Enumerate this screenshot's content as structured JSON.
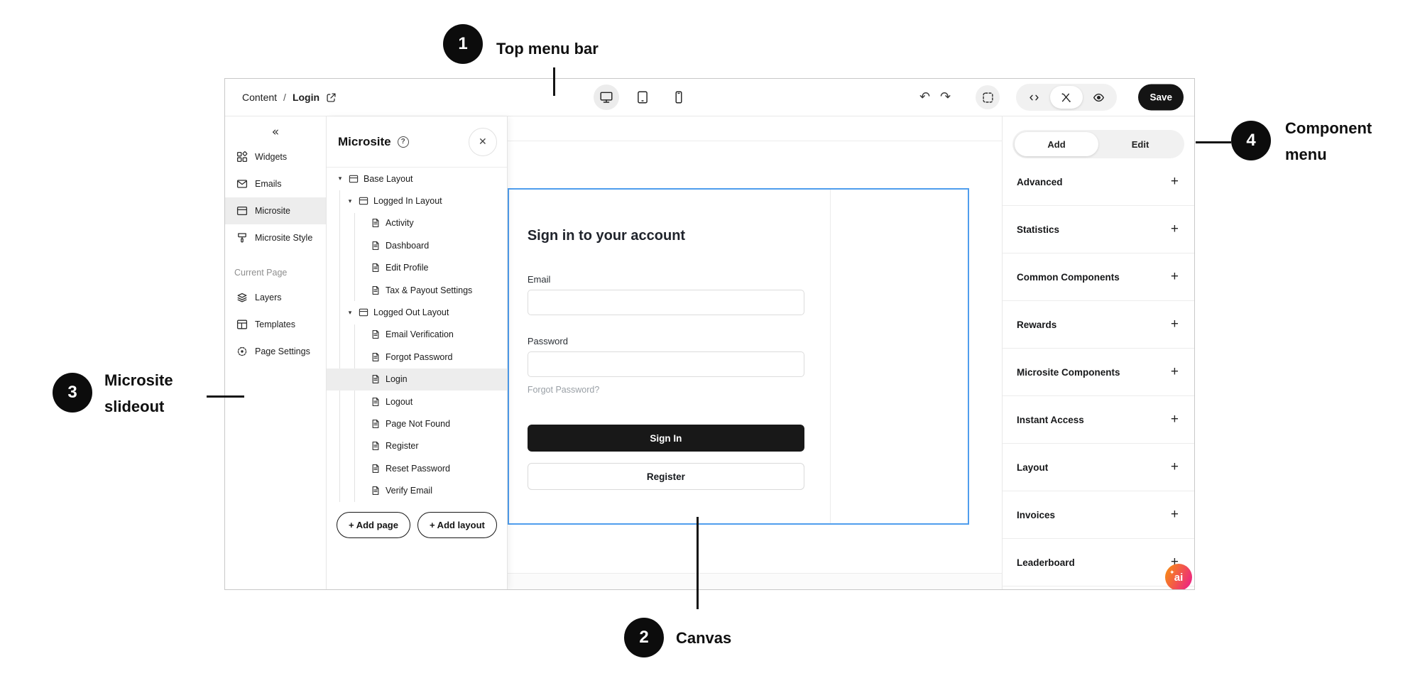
{
  "annotations": [
    {
      "number": "1",
      "label": "Top menu bar"
    },
    {
      "number": "2",
      "label": "Canvas"
    },
    {
      "number": "3",
      "label": "Microsite slideout"
    },
    {
      "number": "4",
      "label": "Component menu"
    }
  ],
  "topbar": {
    "breadcrumb": {
      "section": "Content",
      "separator": "/",
      "page": "Login"
    },
    "devices": [
      {
        "name": "device-desktop-button",
        "icon": "desktop-icon",
        "active": true
      },
      {
        "name": "device-tablet-button",
        "icon": "tablet-icon"
      },
      {
        "name": "device-mobile-button",
        "icon": "mobile-icon"
      }
    ],
    "undo_glyph": "↶",
    "redo_glyph": "↷",
    "mode_toggle": [
      {
        "name": "code-view-button",
        "icon": "code-icon"
      },
      {
        "name": "design-view-button",
        "icon": "design-wand-icon",
        "active": true
      },
      {
        "name": "preview-button",
        "icon": "preview-eye-icon"
      }
    ],
    "save_label": "Save"
  },
  "sidebar": {
    "collapse_glyph": "«",
    "items": [
      {
        "name": "sidebar-item-widgets",
        "icon": "widgets-icon",
        "label": "Widgets"
      },
      {
        "name": "sidebar-item-emails",
        "icon": "emails-icon",
        "label": "Emails"
      },
      {
        "name": "sidebar-item-microsite",
        "icon": "microsite-icon",
        "label": "Microsite",
        "active": true
      },
      {
        "name": "sidebar-item-microsite-style",
        "icon": "microsite-style-icon",
        "label": "Microsite Style"
      }
    ],
    "section_label": "Current Page",
    "page_items": [
      {
        "name": "sidebar-item-layers",
        "icon": "layers-icon",
        "label": "Layers"
      },
      {
        "name": "sidebar-item-templates",
        "icon": "templates-icon",
        "label": "Templates"
      },
      {
        "name": "sidebar-item-page-settings",
        "icon": "page-settings-icon",
        "label": "Page Settings"
      }
    ]
  },
  "slideout": {
    "title": "Microsite",
    "help_glyph": "?",
    "close_glyph": "✕",
    "tree": [
      {
        "name": "tree-item-base-layout",
        "label": "Base Layout",
        "type": "layout",
        "level": 0,
        "expanded": true
      },
      {
        "name": "tree-item-logged-in-layout",
        "label": "Logged In Layout",
        "type": "layout",
        "level": 1,
        "expanded": true
      },
      {
        "name": "tree-item-activity",
        "label": "Activity",
        "type": "page",
        "level": 2
      },
      {
        "name": "tree-item-dashboard",
        "label": "Dashboard",
        "type": "page",
        "level": 2
      },
      {
        "name": "tree-item-edit-profile",
        "label": "Edit Profile",
        "type": "page",
        "level": 2
      },
      {
        "name": "tree-item-tax-payout-settings",
        "label": "Tax & Payout Settings",
        "type": "page",
        "level": 2
      },
      {
        "name": "tree-item-logged-out-layout",
        "label": "Logged Out Layout",
        "type": "layout",
        "level": 1,
        "expanded": true
      },
      {
        "name": "tree-item-email-verification",
        "label": "Email Verification",
        "type": "page",
        "level": 2
      },
      {
        "name": "tree-item-forgot-password",
        "label": "Forgot Password",
        "type": "page",
        "level": 2
      },
      {
        "name": "tree-item-login",
        "label": "Login",
        "type": "page",
        "level": 2,
        "selected": true
      },
      {
        "name": "tree-item-logout",
        "label": "Logout",
        "type": "page",
        "level": 2
      },
      {
        "name": "tree-item-page-not-found",
        "label": "Page Not Found",
        "type": "page",
        "level": 2
      },
      {
        "name": "tree-item-register",
        "label": "Register",
        "type": "page",
        "level": 2
      },
      {
        "name": "tree-item-reset-password",
        "label": "Reset Password",
        "type": "page",
        "level": 2
      },
      {
        "name": "tree-item-verify-email",
        "label": "Verify Email",
        "type": "page",
        "level": 2
      }
    ],
    "add_page_label": "+ Add page",
    "add_layout_label": "+ Add layout"
  },
  "canvas": {
    "form": {
      "heading": "Sign in to your account",
      "email_label": "Email",
      "email_value": "",
      "password_label": "Password",
      "password_value": "",
      "forgot_link": "Forgot Password?",
      "sign_in_label": "Sign In",
      "register_label": "Register"
    }
  },
  "component_menu": {
    "tabs": [
      {
        "name": "tab-add",
        "label": "Add",
        "active": true
      },
      {
        "name": "tab-edit",
        "label": "Edit"
      }
    ],
    "sections": [
      {
        "name": "component-section-advanced",
        "label": "Advanced",
        "action": "+"
      },
      {
        "name": "component-section-statistics",
        "label": "Statistics",
        "action": "+"
      },
      {
        "name": "component-section-common-components",
        "label": "Common Components",
        "action": "+"
      },
      {
        "name": "component-section-rewards",
        "label": "Rewards",
        "action": "+"
      },
      {
        "name": "component-section-microsite-components",
        "label": "Microsite Components",
        "action": "+"
      },
      {
        "name": "component-section-instant-access",
        "label": "Instant Access",
        "action": "+"
      },
      {
        "name": "component-section-layout",
        "label": "Layout",
        "action": "+"
      },
      {
        "name": "component-section-invoices",
        "label": "Invoices",
        "action": "+"
      },
      {
        "name": "component-section-leaderboard",
        "label": "Leaderboard",
        "action": "+"
      }
    ],
    "ai_badge_label": "ai",
    "ai_badge_spark": "✦"
  },
  "colors": {
    "selection_blue": "#4f9ded",
    "save_black": "#141414",
    "ai_gradient_start": "#f6821f",
    "ai_gradient_end": "#ee2a7b"
  }
}
